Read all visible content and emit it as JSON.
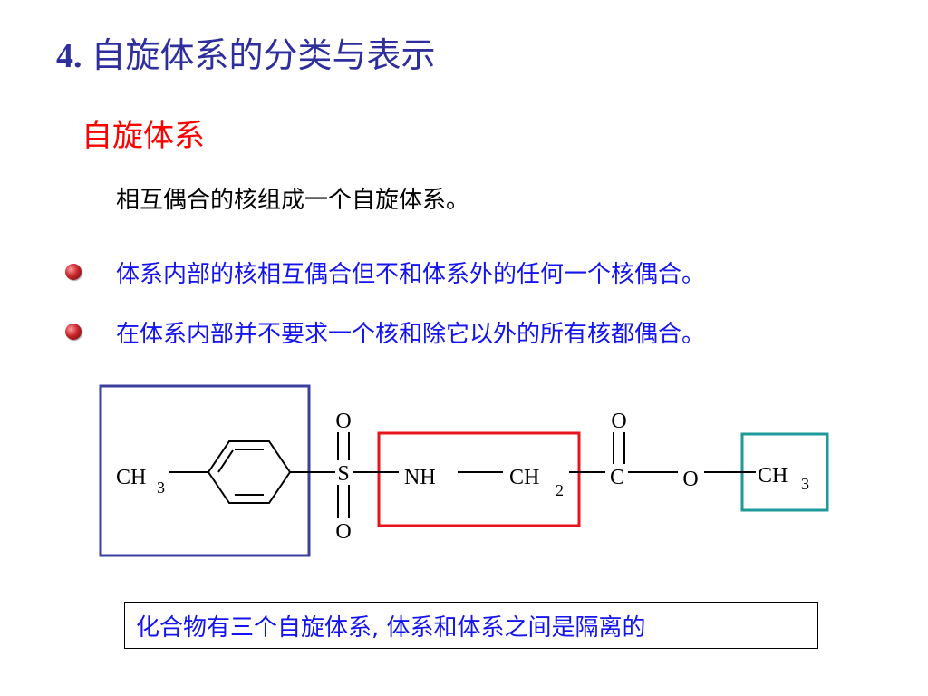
{
  "slide": {
    "title_number": "4.",
    "title_text": "自旋体系的分类与表示",
    "subtitle": "自旋体系",
    "definition": "相互偶合的核组成一个自旋体系。",
    "bullets": [
      "体系内部的核相互偶合但不和体系外的任何一个核偶合。",
      "在体系内部并不要求一个核和除它以外的所有核都偶合。"
    ],
    "caption": "化合物有三个自旋体系, 体系和体系之间是隔离的"
  },
  "structure": {
    "ch3_left": "CH",
    "ch3_left_sub": "3",
    "sulfur": "S",
    "oxygen_s_top": "O",
    "oxygen_s_bottom": "O",
    "nh": "NH",
    "ch2": "CH",
    "ch2_sub": "2",
    "carbon": "C",
    "oxygen_carbonyl": "O",
    "oxygen_ester": "O",
    "ch3_right": "CH",
    "ch3_right_sub": "3"
  },
  "colors": {
    "title": "#2e2e9c",
    "subtitle": "#ff0000",
    "bullet_text": "#1414ee",
    "box_blue": "#3b3f9e",
    "box_red": "#e8141c",
    "box_teal": "#1e9a9a"
  }
}
